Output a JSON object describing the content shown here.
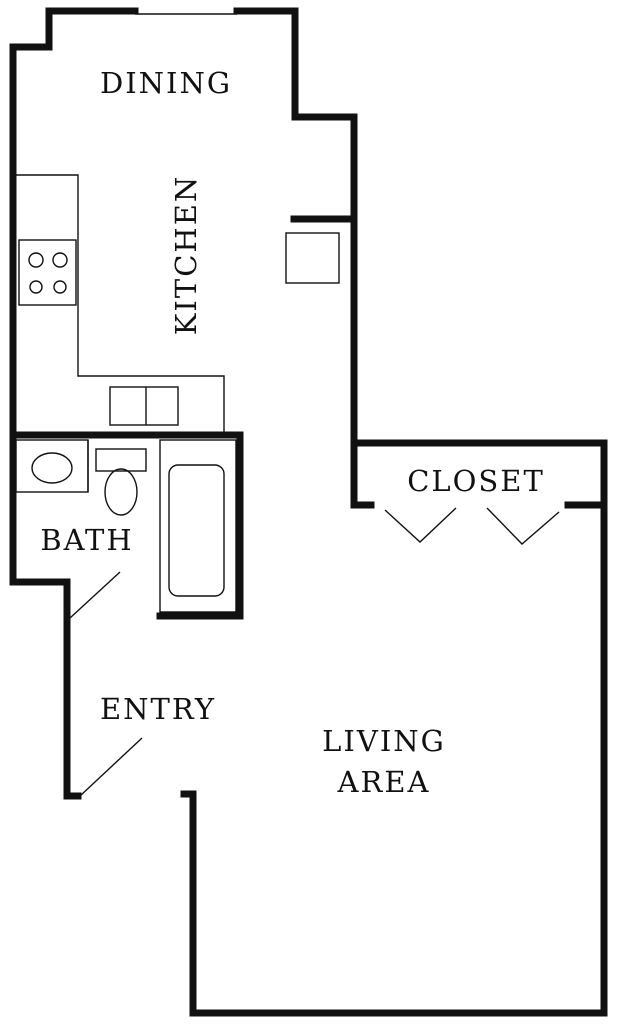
{
  "plan": {
    "rooms": {
      "dining": "DINING",
      "kitchen": "KITCHEN",
      "bath": "BATH",
      "closet": "CLOSET",
      "entry": "ENTRY",
      "living_line1": "LIVING",
      "living_line2": "AREA"
    }
  },
  "colors": {
    "wall": "#111111",
    "background": "#ffffff"
  }
}
